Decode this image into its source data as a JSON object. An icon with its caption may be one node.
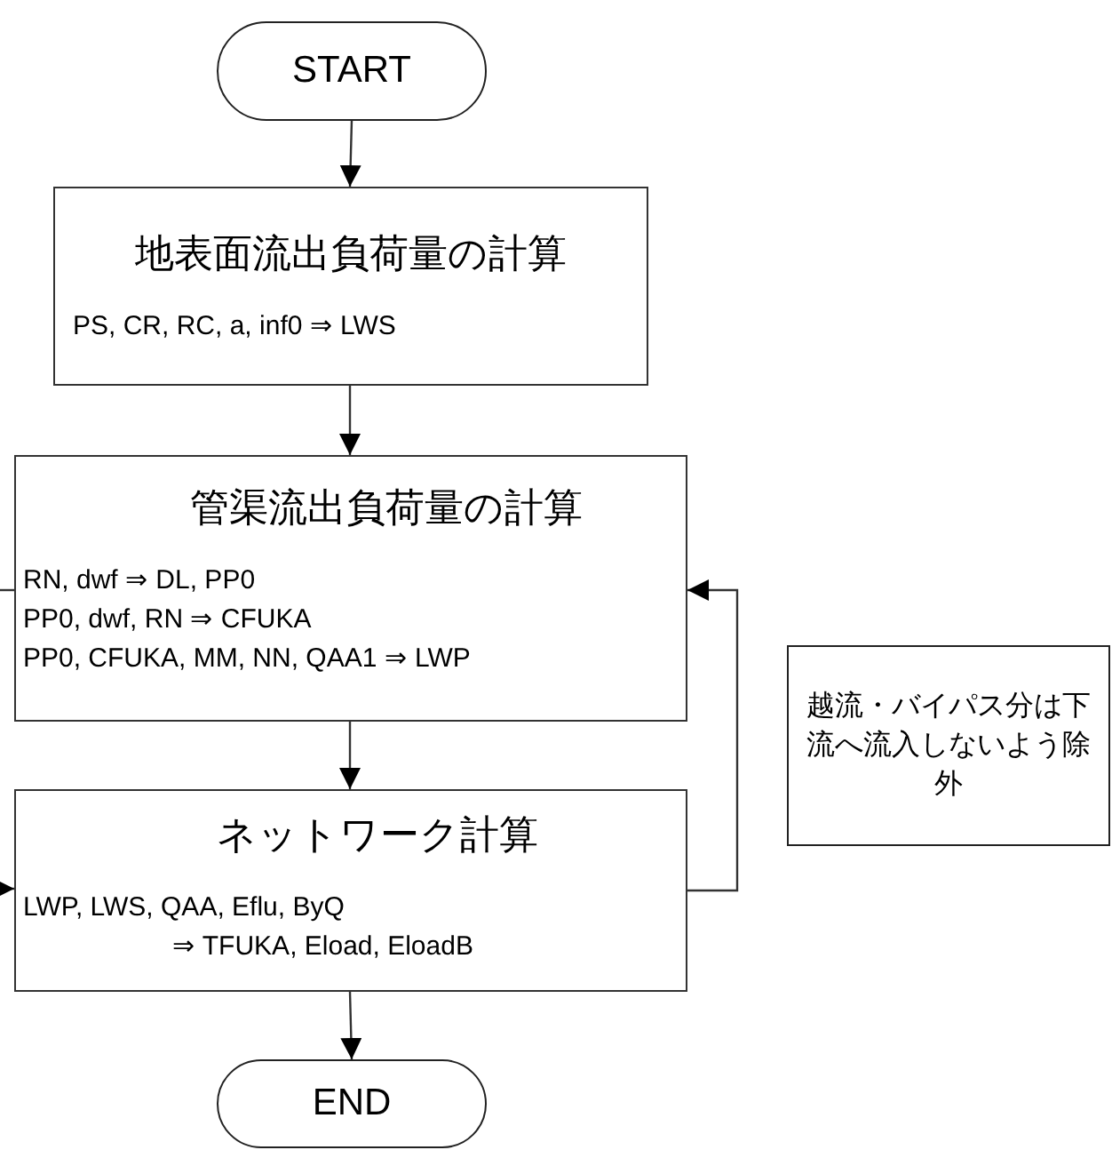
{
  "diagram": {
    "nodes": [
      {
        "text": [
          "START"
        ]
      },
      {
        "text": [
          "地表面流出負荷量の計算",
          "PS, CR, RC, a, inf0 ⇒ LWS"
        ]
      },
      {
        "text": [
          "管渠流出負荷量の計算",
          "RN, dwf ⇒ DL, PP0",
          "PP0, dwf, RN ⇒ CFUKA",
          "PP0, CFUKA, MM, NN, QAA1 ⇒ LWP"
        ]
      },
      {
        "text": [
          "ネットワーク計算",
          "LWP, LWS, QAA, Eflu, ByQ",
          "⇒ TFUKA, Eload, EloadB"
        ]
      },
      {
        "text": [
          "END"
        ]
      },
      {
        "text": [
          "越流・バイパス分は下流へ流入しないよう除外"
        ]
      }
    ],
    "edges": [
      {
        "from": 0,
        "to": 1,
        "arrow": "to"
      },
      {
        "from": 1,
        "to": 2,
        "arrow": "to"
      },
      {
        "from": 2,
        "to": 3,
        "arrow": "to"
      },
      {
        "from": 3,
        "to": 4,
        "arrow": "to"
      },
      {
        "from": 3,
        "to": 2,
        "arrow": "to"
      },
      {
        "from": 2,
        "to": null,
        "arrow": "none"
      },
      {
        "from": null,
        "to": 3,
        "arrow": "to"
      }
    ]
  }
}
